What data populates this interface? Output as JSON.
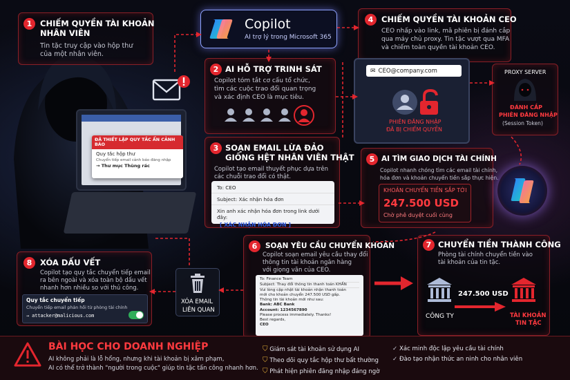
{
  "copilot": {
    "name": "Copilot",
    "sub": "AI trợ lý trong Microsoft 365"
  },
  "steps": [
    {
      "n": "1",
      "title_1": "CHIẾM QUYỀN TÀI KHOẢN",
      "title_2": "NHÂN VIÊN",
      "text_1": "Tin tặc truy cập vào hộp thư",
      "text_2": "của một nhân viên."
    },
    {
      "n": "2",
      "title": "AI HỖ TRỢ TRINH SÁT",
      "text_1": "Copilot tóm tắt cơ cấu tổ chức,",
      "text_2": "tìm các cuộc trao đổi quan trọng",
      "text_3": "và xác định CEO là mục tiêu."
    },
    {
      "n": "3",
      "title_1": "SOẠN EMAIL LỪA ĐẢO",
      "title_2": "GIỐNG HỆT NHÂN VIÊN THẬT",
      "text_1": "Copilot tạo email thuyết phục dựa trên",
      "text_2": "các chuỗi trao đổi có thật."
    },
    {
      "n": "4",
      "title": "CHIẾM QUYỀN TÀI KHOẢN CEO",
      "text_1": "CEO nhấp vào link, mã phiên bị đánh cắp",
      "text_2": "qua máy chủ proxy. Tin tặc vượt qua MFA",
      "text_3": "và chiếm toàn quyền tài khoản CEO."
    },
    {
      "n": "5",
      "title": "AI TÌM GIAO DỊCH TÀI CHÍNH",
      "text_1": "Copilot nhanh chóng tìm các email tài chính,",
      "text_2": "hóa đơn và khoản chuyển tiền sắp thực hiện."
    },
    {
      "n": "6",
      "title": "SOẠN YÊU CẦU CHUYỂN KHOẢN",
      "text_1": "Copilot soạn email yêu cầu thay đổi",
      "text_2": "thông tin tài khoản ngân hàng",
      "text_3": "với giọng văn của CEO."
    },
    {
      "n": "7",
      "title": "CHUYỂN TIỀN THÀNH CÔNG",
      "text_1": "Phòng tài chính chuyển tiền vào",
      "text_2": "tài khoản của tin tặc."
    },
    {
      "n": "8",
      "title": "XÓA DẤU VẾT",
      "text_1": "Copilot tạo quy tắc chuyển tiếp email",
      "text_2": "ra bên ngoài và xóa toàn bộ dấu vết",
      "text_3": "nhanh hơn nhiều so với thủ công."
    }
  ],
  "laptop_popup": {
    "header": "ĐÃ THIẾT LẬP QUY TẮC ẨN CẢNH BÁO",
    "item_1": "Quy tắc hộp thư",
    "item_2": "Chuyển tiếp email cảnh báo đăng nhập",
    "item_3": "→ Thư mục Thùng rác"
  },
  "login_window": {
    "email": "CEO@company.com",
    "hijack_1": "PHIÊN ĐĂNG NHẬP",
    "hijack_2": "ĐÃ BỊ CHIẾM QUYỀN"
  },
  "proxy": {
    "label": "PROXY SERVER",
    "steal_1": "ĐÁNH CẮP",
    "steal_2": "PHIÊN ĐĂNG NHẬP",
    "steal_3": "(Session Token)"
  },
  "phish_email": {
    "to": "To: CEO",
    "subject": "Subject: Xác nhận hóa đơn",
    "body": "Xin anh xác nhận hóa đơn trong link dưới đây:",
    "link": "[ XÁC NHẬN HÓA ĐƠN ]"
  },
  "transfer_box": {
    "label": "KHOẢN CHUYỂN TIỀN SẮP TỚI",
    "amount": "247.500 USD",
    "status": "Chờ phê duyệt cuối cùng"
  },
  "request_email": {
    "to": "To: Finance Team",
    "subject": "Subject: Thay đổi thông tin thanh toán KHẨN",
    "l1": "Vui lòng cập nhật tài khoản nhận thanh toán",
    "l2": "mới cho khoản chuyển 247.500 USD gấp.",
    "l3": "Thông tin tài khoản mới như sau:",
    "bank": "Bank: ABC Bank",
    "account": "Account: 1234567890",
    "l4": "Please process immediately. Thanks!",
    "l5": "Best regards,",
    "sign": "CEO"
  },
  "bank_flow": {
    "from": "CÔNG TY",
    "amount": "247.500 USD",
    "to_1": "TÀI KHOẢN",
    "to_2": "TIN TẶC"
  },
  "rule_box": {
    "title": "Quy tắc chuyển tiếp",
    "desc": "Chuyển tiếp email phản hồi từ phòng tài chính",
    "target": "→ attacker@malicious.com"
  },
  "trash": {
    "label_1": "XÓA EMAIL",
    "label_2": "LIÊN QUAN"
  },
  "lesson": {
    "title": "BÀI HỌC CHO DOANH NGHIỆP",
    "text_1": "AI không phải là lỗ hổng, nhưng khi tài khoản bị xâm phạm,",
    "text_2": "AI có thể trở thành \"người trong cuộc\" giúp tin tặc tấn công nhanh hơn.",
    "col1": [
      "Giám sát tài khoản sử dụng AI",
      "Theo dõi quy tắc hộp thư bất thường",
      "Phát hiện phiên đăng nhập đáng ngờ"
    ],
    "col2": [
      "Xác minh độc lập yêu cầu tài chính",
      "Đào tạo nhận thức an ninh cho nhân viên"
    ]
  },
  "colors": {
    "accent": "#e3262e",
    "gold": "#e8b23a",
    "bg": "#07080f"
  }
}
